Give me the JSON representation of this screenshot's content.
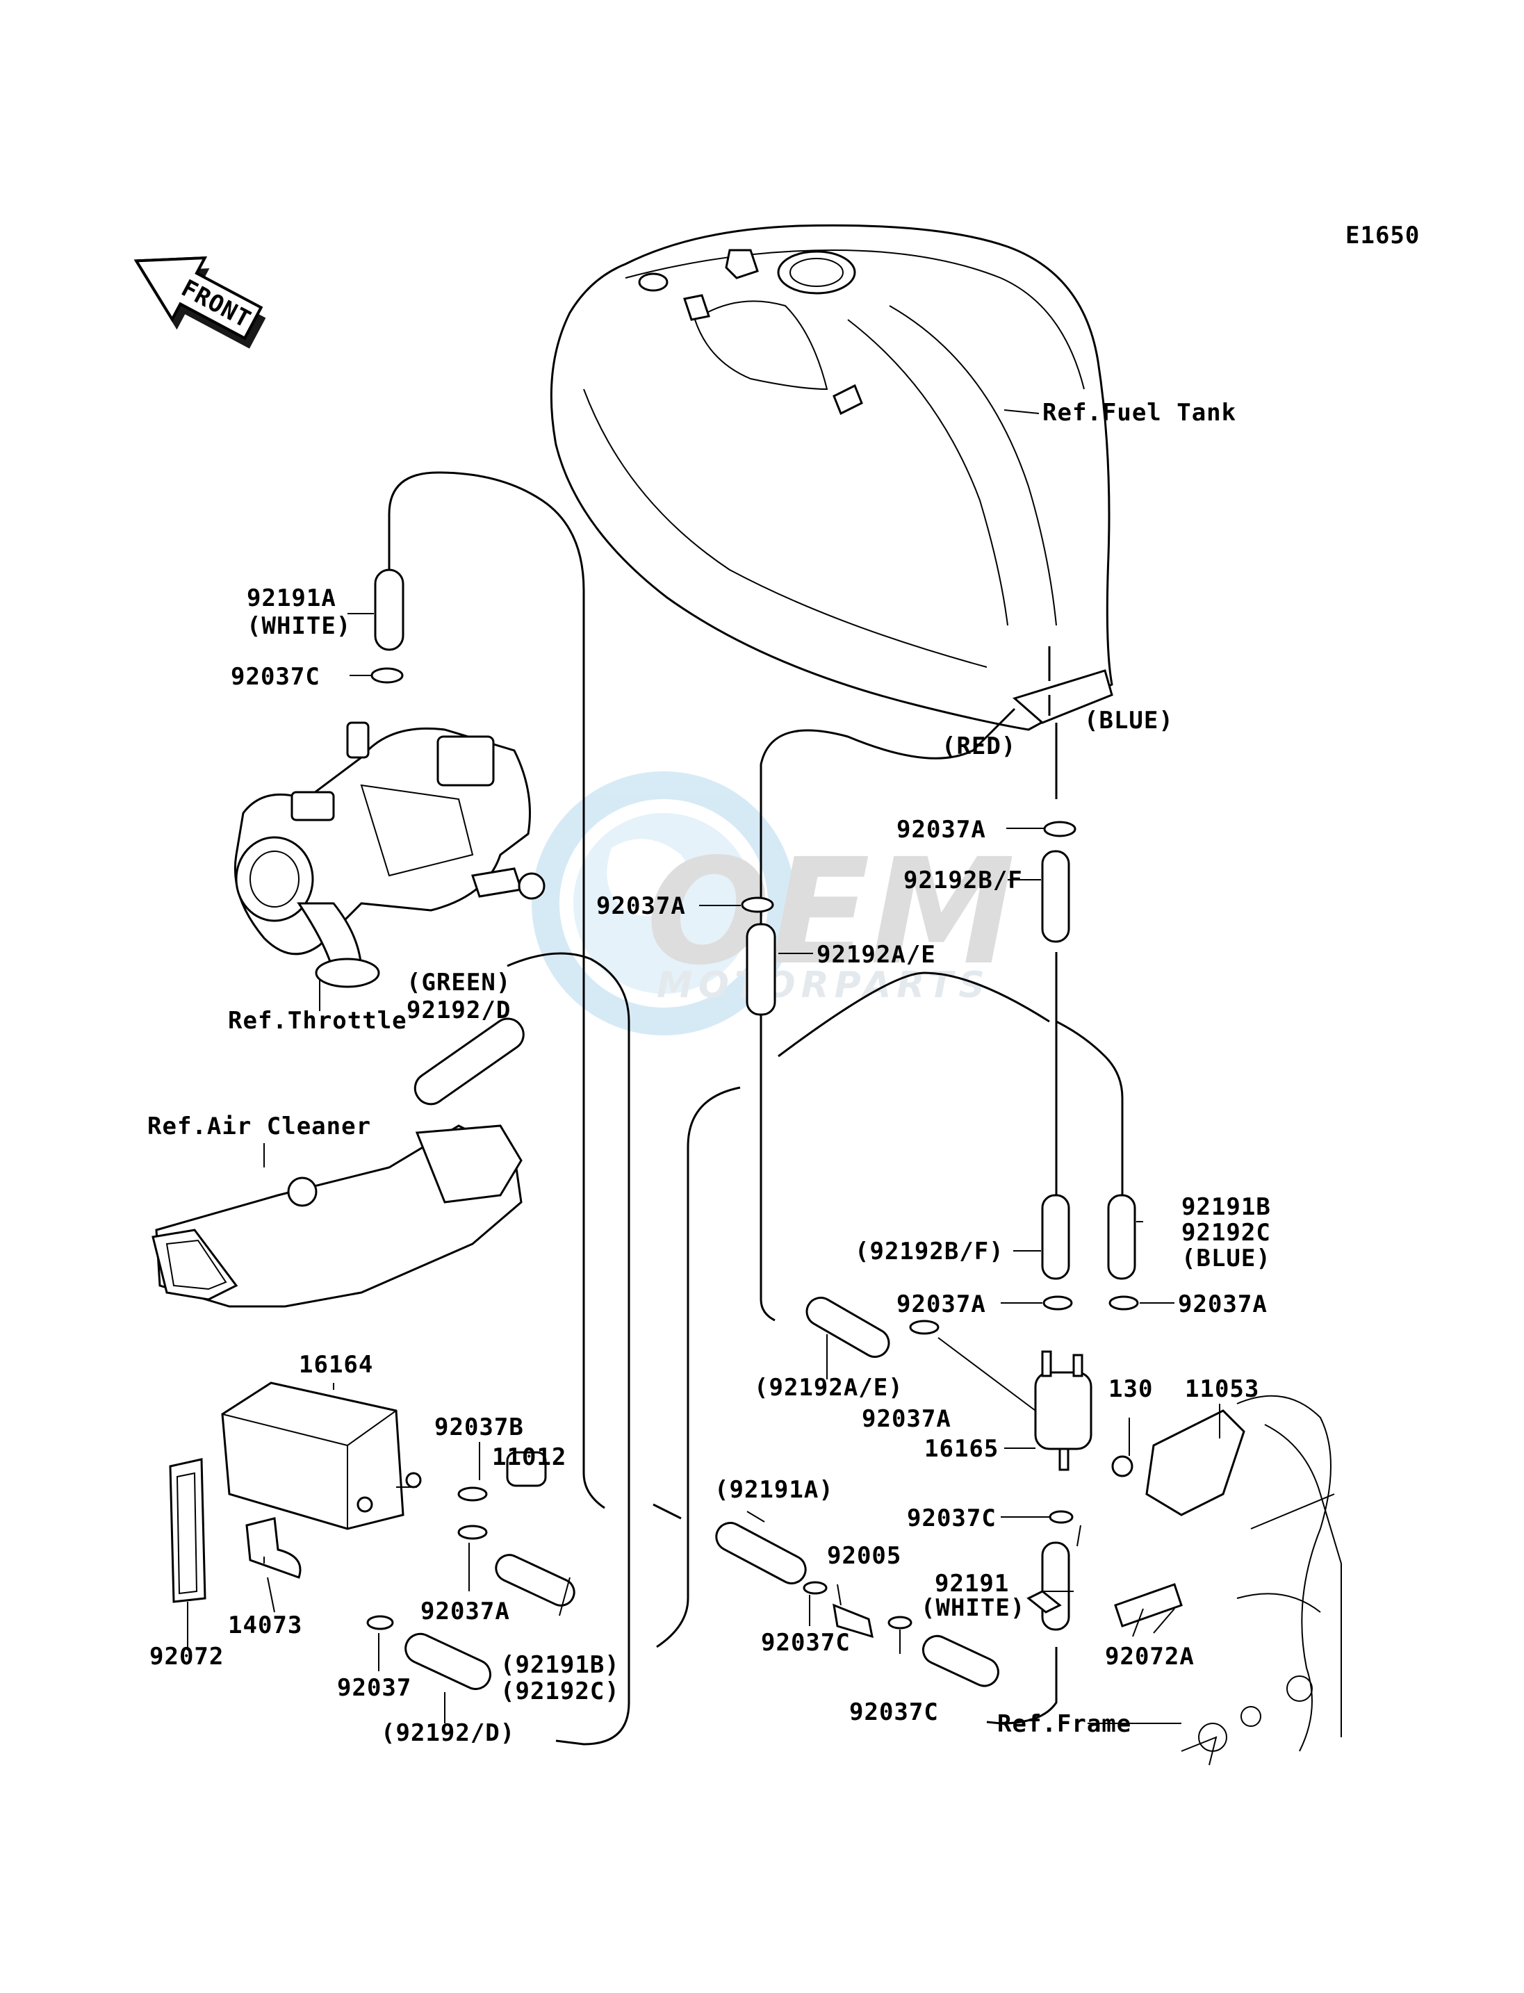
{
  "diagram_code": "E1650",
  "front_arrow": "FRONT",
  "watermark": {
    "brand": "OEM",
    "sub": "MOTORPARTS"
  },
  "labels": {
    "ref_fuel_tank": "Ref.Fuel Tank",
    "ref_throttle": "Ref.Throttle",
    "ref_air_cleaner": "Ref.Air Cleaner",
    "ref_frame": "Ref.Frame",
    "red": "(RED)",
    "blue": "(BLUE)",
    "green": "(GREEN)",
    "p92191A": "92191A",
    "white1": "(WHITE)",
    "p92037C_top": "92037C",
    "p92037A_a": "92037A",
    "p92192BF": "92192B/F",
    "p92037A_b": "92037A",
    "p92192AE": "92192A/E",
    "p92192D": "92192/D",
    "p92191B": "92191B",
    "p92192C": "92192C",
    "blue2": "(BLUE)",
    "p92192BF_paren": "(92192B/F)",
    "p92037A_c": "92037A",
    "p92037A_d": "92037A",
    "p92192AE_paren": "(92192A/E)",
    "p92037A_e": "92037A",
    "p16165": "16165",
    "p130": "130",
    "p11053": "11053",
    "p16164": "16164",
    "p92037B": "92037B",
    "p11012": "11012",
    "p92037A_f": "92037A",
    "p14073": "14073",
    "p92072": "92072",
    "p92037": "92037",
    "p92191B_paren": "(92191B)",
    "p92192C_paren": "(92192C)",
    "p92192D_paren": "(92192/D)",
    "p92191A_paren": "(92191A)",
    "p92005": "92005",
    "p92037C_b": "92037C",
    "p92037C_c": "92037C",
    "p92037C_d": "92037C",
    "p92191": "92191",
    "white2": "(WHITE)",
    "p92072A": "92072A"
  }
}
